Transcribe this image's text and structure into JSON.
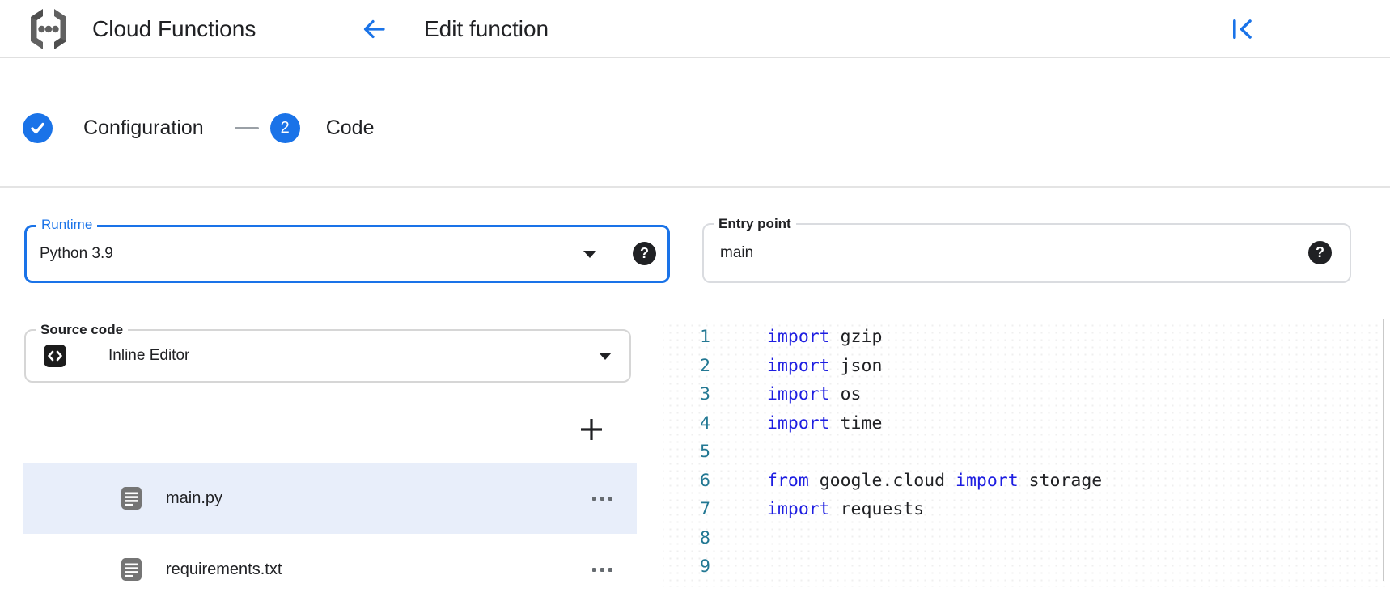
{
  "colors": {
    "accent_blue": "#1a73e8",
    "text_primary": "#202124",
    "border_grey": "#dadce0",
    "selected_row_bg": "#e8eefa",
    "keyword_blue": "#1d1de1",
    "line_number_teal": "#237893",
    "icon_grey": "#5f6368"
  },
  "header": {
    "product_name": "Cloud Functions",
    "page_title": "Edit function"
  },
  "stepper": {
    "step1_label": "Configuration",
    "step2_number": "2",
    "step2_label": "Code"
  },
  "form": {
    "runtime_label": "Runtime",
    "runtime_value": "Python 3.9",
    "entry_point_label": "Entry point",
    "entry_point_value": "main",
    "source_code_label": "Source code",
    "source_code_value": "Inline Editor",
    "help_glyph": "?"
  },
  "file_explorer": {
    "files": [
      {
        "name": "main.py",
        "selected": true
      },
      {
        "name": "requirements.txt",
        "selected": false
      }
    ]
  },
  "editor": {
    "language": "python",
    "keywords": [
      "import",
      "from"
    ],
    "lines": [
      "import gzip",
      "import json",
      "import os",
      "import time",
      "",
      "from google.cloud import storage",
      "import requests",
      "",
      ""
    ]
  }
}
